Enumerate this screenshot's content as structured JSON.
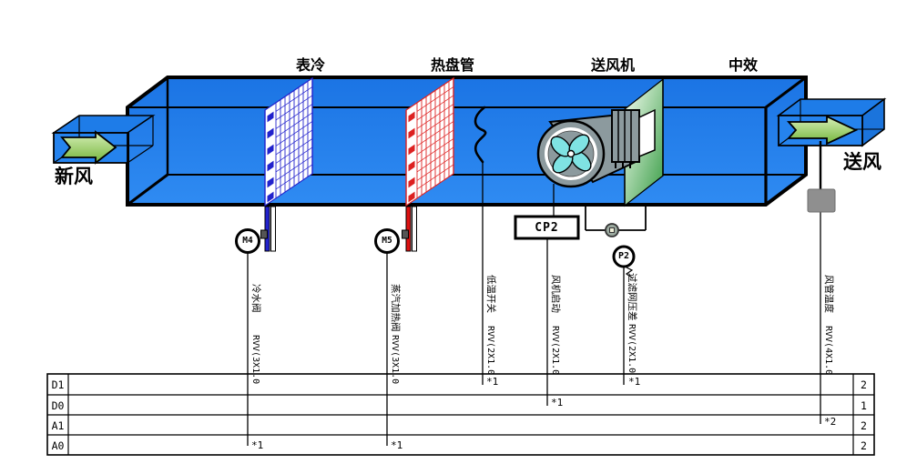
{
  "section_labels": [
    {
      "text": "表冷"
    },
    {
      "text": "热盘管"
    },
    {
      "text": "送风机"
    },
    {
      "text": "中效"
    }
  ],
  "flow_labels": {
    "inlet": "新风",
    "outlet": "送风"
  },
  "instruments": {
    "m4": "M4",
    "m5": "M5",
    "cp2": "CP2",
    "p2": "P2"
  },
  "wires": [
    {
      "label": "冷水阀",
      "spec": "RVV(3X1.0",
      "terminal": "A0",
      "mark": "*1"
    },
    {
      "label": "蒸汽加热阀",
      "spec": "RVV(3X1.0",
      "terminal": "A0",
      "mark": "*1"
    },
    {
      "label": "低温开关",
      "spec": "RVV(2X1.0",
      "terminal": "D1",
      "mark": "*1"
    },
    {
      "label": "风机启动",
      "spec": "RVV(2X1.0",
      "terminal": "D0",
      "mark": "*1"
    },
    {
      "label": "过滤网压差",
      "spec": "RVV(2X1.0",
      "terminal": "D1",
      "mark": "*1"
    },
    {
      "label": "风管温度",
      "spec": "RVV(4X1.0",
      "terminal": "A1",
      "mark": "*2"
    }
  ],
  "io_table": {
    "rows": [
      {
        "channel": "D1",
        "count": "2"
      },
      {
        "channel": "D0",
        "count": "1"
      },
      {
        "channel": "A1",
        "count": "2"
      },
      {
        "channel": "A0",
        "count": "2"
      }
    ]
  },
  "colors": {
    "duct_blue": "#1B78E8",
    "cooling_coil": "#2222CC",
    "heating_coil": "#DD2222",
    "filter_green": "#57AD57",
    "arrow_green": "#7ABF3F",
    "fan_gray": "#8C9A9E",
    "blade_cyan": "#7FE3E3",
    "sensor_gray": "#8F8F8F"
  }
}
